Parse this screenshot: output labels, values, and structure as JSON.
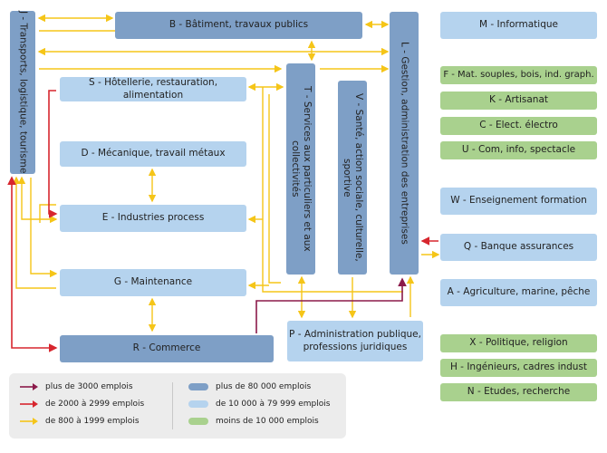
{
  "boxes": {
    "j": "J - Transports, logistique, tourisme",
    "b": "B - Bâtiment, travaux publics",
    "s": "S - Hôtellerie, restauration, alimentation",
    "t": "T - Services aux particuliers et aux collectivités",
    "v": "V - Santé, action sociale, culturelle, sportive",
    "l": "L - Gestion, administration des entreprises",
    "d": "D - Mécanique, travail métaux",
    "e": "E - Industries process",
    "g": "G - Maintenance",
    "r": "R - Commerce",
    "p": "P - Administration publique, professions juridiques",
    "m": "M - Informatique",
    "f": "F - Mat. souples, bois, ind. graph.",
    "k": "K - Artisanat",
    "c": "C - Elect. électro",
    "u": "U - Com, info, spectacle",
    "w": "W - Enseignement formation",
    "q": "Q - Banque assurances",
    "a": "A - Agriculture, marine, pêche",
    "x": "X - Politique, religion",
    "h": "H - Ingénieurs, cadres indust",
    "n": "N - Etudes, recherche"
  },
  "legend": {
    "arrow_3000": "plus de 3000 emplois",
    "arrow_2000": "de 2000 à 2999 emplois",
    "arrow_800": "de 800 à 1999 emplois",
    "box_80000": "plus de 80 000 emplois",
    "box_10000": "de 10 000 à 79 999 emplois",
    "box_less": "moins de 10 000 emplois"
  },
  "colors": {
    "arrow_purple": "#8b1a4a",
    "arrow_red": "#d7262e",
    "arrow_yellow": "#f5c518",
    "box_dark": "#7e9fc6",
    "box_light": "#b5d3ee",
    "box_green": "#a9d18e"
  }
}
